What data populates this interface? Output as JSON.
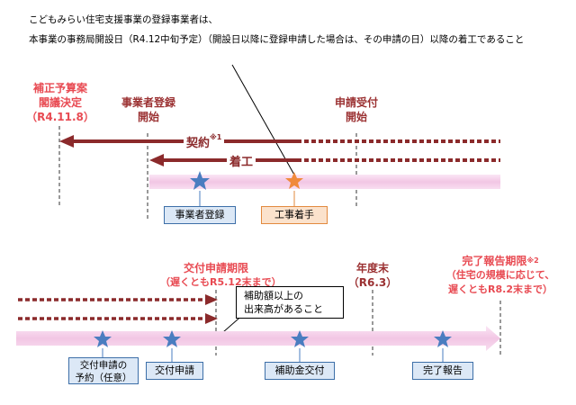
{
  "header": {
    "line1": "こどもみらい住宅支援事業の登録事業者は、",
    "line2": "本事業の事務局開設日（R4.12中旬予定）（開設日以降に登録申請した場合は、その申請の日）以降の着工であること"
  },
  "top": {
    "budget": {
      "line1": "補正予算案",
      "line2": "閣議決定",
      "line3": "（R4.11.8）"
    },
    "registration_start": {
      "line1": "事業者登録",
      "line2": "開始"
    },
    "application_start": {
      "line1": "申請受付",
      "line2": "開始"
    },
    "contract_label": "契約",
    "contract_note": "※1",
    "construction_label": "着工",
    "box_registration": "事業者登録",
    "box_construction": "工事着手"
  },
  "bottom": {
    "deadline_apply": {
      "line1": "交付申請期限",
      "line2": "（遅くともR5.12末まで）"
    },
    "fiscal_end": {
      "line1": "年度末",
      "line2": "（R6.3）"
    },
    "deadline_report": {
      "line1": "完了報告期限",
      "note": "※2",
      "line2": "（住宅の規模に応じて、",
      "line3": "遅くともR8.2末まで）"
    },
    "callout": {
      "line1": "補助額以上の",
      "line2": "出来高があること"
    },
    "box_reserve": {
      "line1": "交付申請の",
      "line2": "予約（任意）"
    },
    "box_apply": "交付申請",
    "box_grant": "補助金交付",
    "box_report": "完了報告"
  },
  "colors": {
    "dark_red": "#8b2a2b",
    "red": "#e84a52",
    "pink": "#f4cde8",
    "star": "#4a7dc0",
    "orange_star": "#f08a3c"
  }
}
